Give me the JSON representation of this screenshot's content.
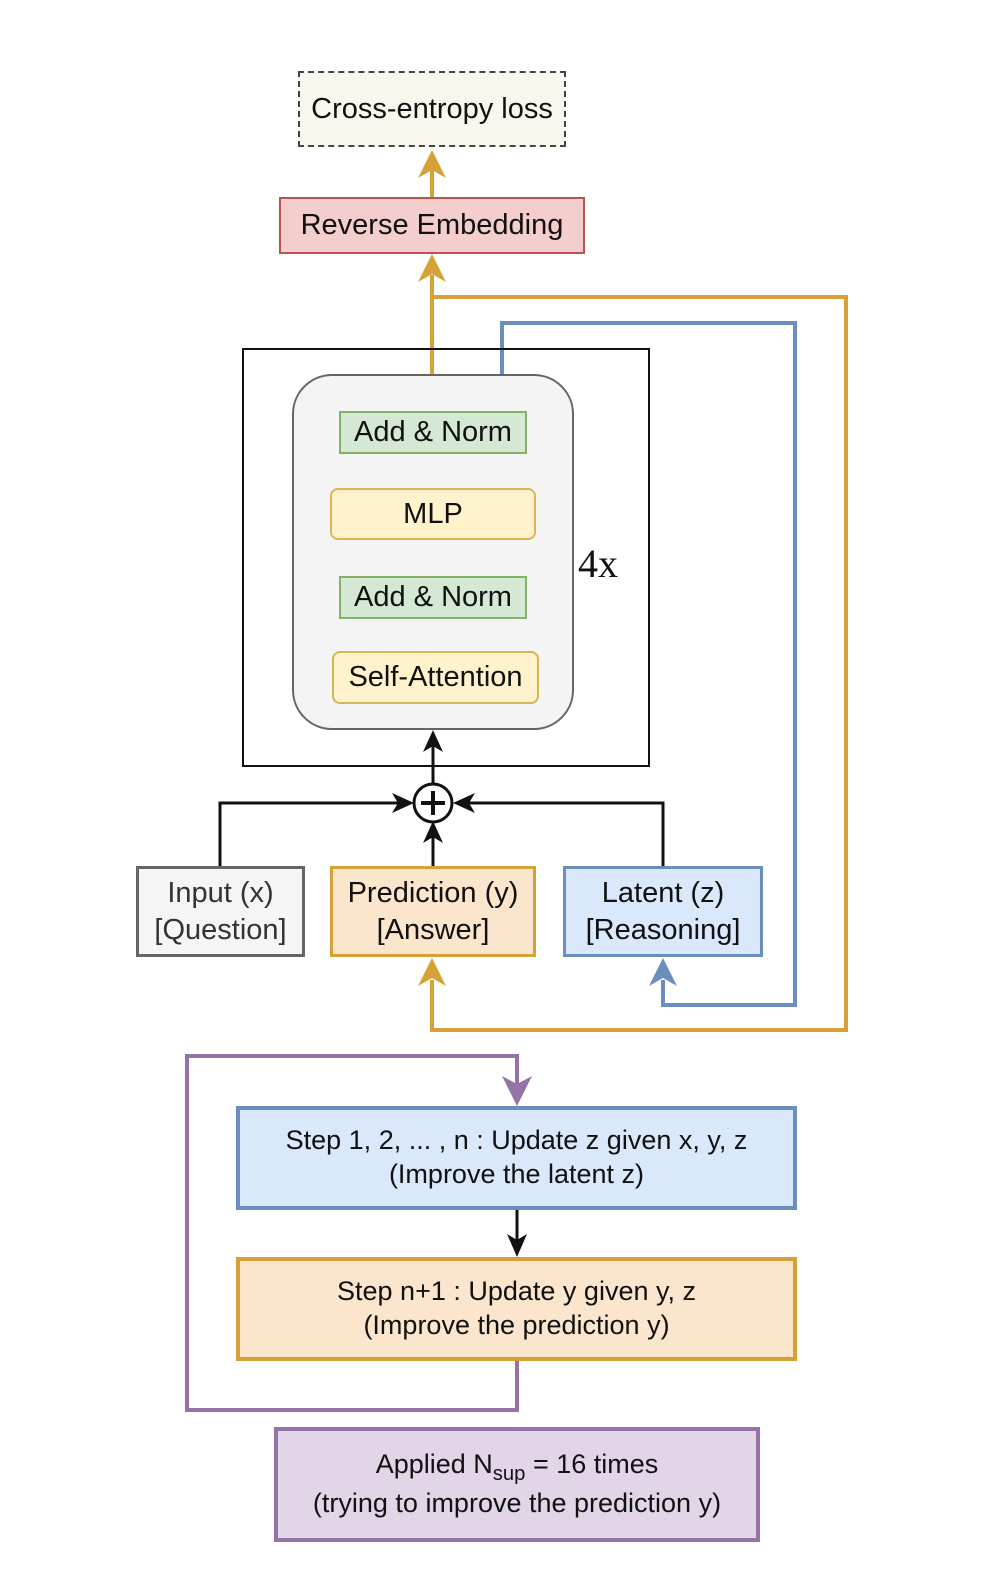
{
  "diagram": {
    "loss_label": "Cross-entropy loss",
    "reverse_embedding_label": "Reverse Embedding",
    "transformer_block": {
      "layers": [
        "Self-Attention",
        "Add & Norm",
        "MLP",
        "Add & Norm"
      ],
      "repeat_label": "4x"
    },
    "combine_symbol": "+",
    "inputs": [
      {
        "line1": "Input (x)",
        "line2": "[Question]"
      },
      {
        "line1": "Prediction (y)",
        "line2": "[Answer]"
      },
      {
        "line1": "Latent (z)",
        "line2": "[Reasoning]"
      }
    ],
    "recursion": {
      "step_latent": {
        "line1": "Step 1, 2, ... , n : Update z given x, y, z",
        "line2": "(Improve the latent z)"
      },
      "step_prediction": {
        "line1": "Step n+1 : Update y given y, z",
        "line2": "(Improve the prediction y)"
      },
      "applied": {
        "prefix": "Applied N",
        "subscript": "sup",
        "suffix": " = 16 times",
        "line2": "(trying to improve the prediction y)"
      }
    },
    "colors": {
      "answer_path": "#d6a136",
      "latent_path": "#6c8ebf",
      "loop_path": "#9673a6",
      "black": "#111111"
    }
  }
}
